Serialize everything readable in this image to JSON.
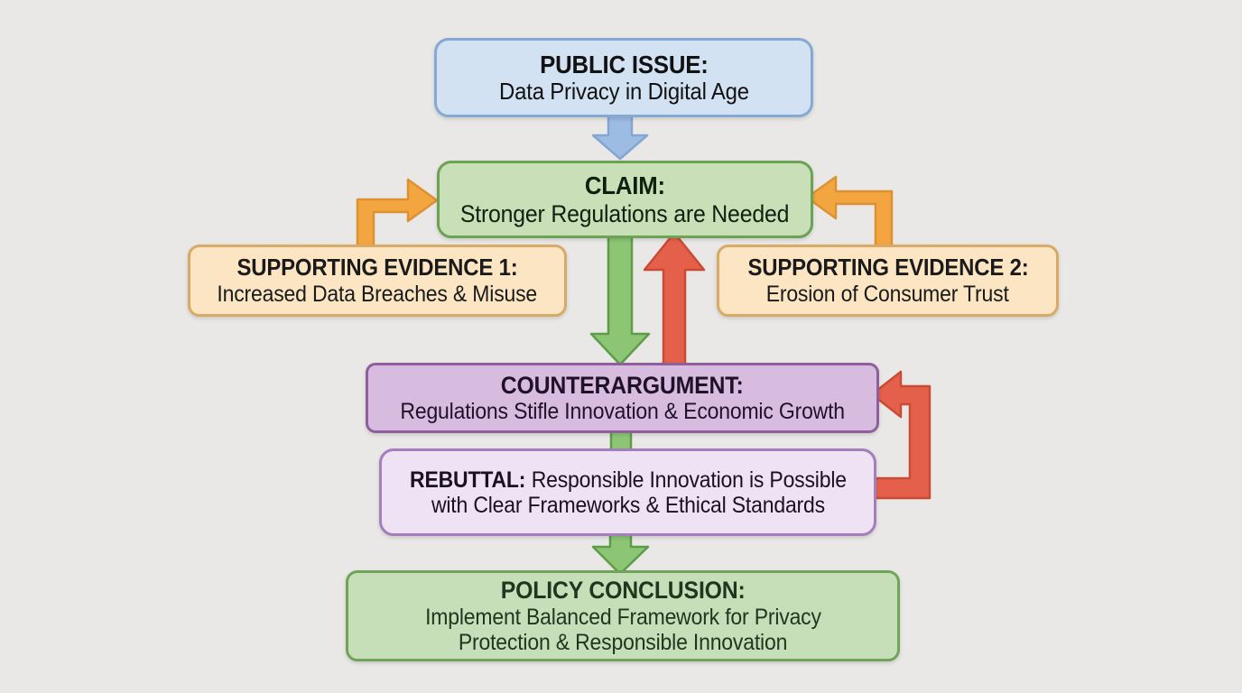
{
  "background_color": "#e9e8e6",
  "boxes": {
    "public_issue": {
      "title": "PUBLIC ISSUE:",
      "subtitle": "Data Privacy in Digital Age",
      "fill": "#d2e2f3",
      "border": "#86a9d4",
      "text_color": "#121212"
    },
    "claim": {
      "title": "CLAIM:",
      "subtitle": "Stronger Regulations are Needed",
      "fill": "#c9dfb8",
      "border": "#6ba254",
      "text_color": "#10200e"
    },
    "evidence1": {
      "title": "SUPPORTING EVIDENCE 1:",
      "subtitle": "Increased Data Breaches & Misuse",
      "fill": "#fbe5c3",
      "border": "#d9a966",
      "text_color": "#1a1a1a"
    },
    "evidence2": {
      "title": "SUPPORTING EVIDENCE 2:",
      "subtitle": "Erosion of Consumer Trust",
      "fill": "#fbe5c3",
      "border": "#d9a966",
      "text_color": "#1a1a1a"
    },
    "counterargument": {
      "title": "COUNTERARGUMENT:",
      "subtitle": "Regulations Stifle Innovation & Economic Growth",
      "fill": "#d8bce0",
      "border": "#8f5f9c",
      "text_color": "#20112a"
    },
    "rebuttal": {
      "label": "REBUTTAL:",
      "line1": "Responsible Innovation is Possible",
      "line2": "with Clear Frameworks & Ethical Standards",
      "fill": "#f0e2f5",
      "border": "#a37fbd",
      "text_color": "#1b101f"
    },
    "policy_conclusion": {
      "title": "POLICY CONCLUSION:",
      "line1": "Implement Balanced Framework for Privacy",
      "line2": "Protection & Responsible Innovation",
      "fill": "#c7dfb8",
      "border": "#6fa45a",
      "text_color": "#20361f"
    }
  },
  "arrows": {
    "issue_to_claim": {
      "meaning": "public issue leads to claim",
      "fill": "#9dbce4",
      "stroke": "#84a6d2"
    },
    "evidence1_to_claim": {
      "meaning": "evidence 1 supports claim",
      "fill": "#f3a53f",
      "stroke": "#dd9130"
    },
    "evidence2_to_claim": {
      "meaning": "evidence 2 supports claim",
      "fill": "#f3a53f",
      "stroke": "#dd9130"
    },
    "claim_to_counter": {
      "meaning": "claim is challenged by counterargument",
      "fill": "#8cc675",
      "stroke": "#5e9c48"
    },
    "counter_to_claim": {
      "meaning": "counterargument pushes back on claim",
      "fill": "#e5604a",
      "stroke": "#c94b34"
    },
    "counter_to_rebuttal": {
      "meaning": "counterargument answered by rebuttal",
      "fill": "#8cc675",
      "stroke": "#5e9c48"
    },
    "rebuttal_to_counter": {
      "meaning": "rebuttal responds to counterargument",
      "fill": "#e5604a",
      "stroke": "#c94b34"
    },
    "rebuttal_to_policy": {
      "meaning": "rebuttal leads to policy conclusion",
      "fill": "#8cc675",
      "stroke": "#5e9c48"
    }
  }
}
